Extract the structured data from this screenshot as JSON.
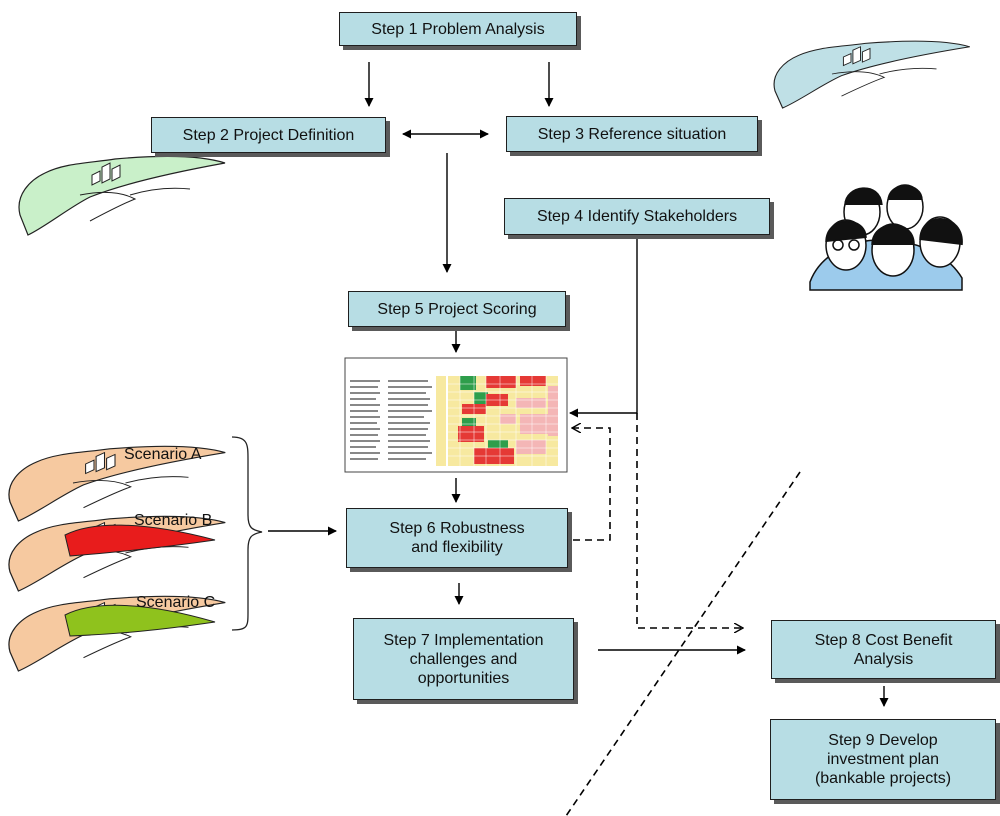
{
  "steps": {
    "s1": "Step 1 Problem Analysis",
    "s2": "Step 2 Project Definition",
    "s3": "Step 3 Reference situation",
    "s4": "Step 4 Identify  Stakeholders",
    "s5": "Step 5 Project Scoring",
    "s6": "Step 6 Robustness\nand flexibility",
    "s7": "Step 7 Implementation\nchallenges and\nopportunities",
    "s8": "Step 8  Cost Benefit\nAnalysis",
    "s9": "Step 9 Develop\ninvestment  plan\n(bankable projects)"
  },
  "scenarios": {
    "a": "Scenario A",
    "b": "Scenario B",
    "c": "Scenario C"
  },
  "colors": {
    "box_fill": "#b7dde4",
    "box_border": "#1f1f1f",
    "shadow": "#5a5a5a",
    "map_blue": "#bfe0e6",
    "map_green": "#c9f0c9",
    "map_peach": "#f6c9a0",
    "map_red": "#e81c1c",
    "map_olive": "#8fc21d",
    "matrix_red": "#e53935",
    "matrix_green": "#2e9e4b",
    "matrix_yellow": "#f7e9a0",
    "matrix_pink": "#f4b6b6",
    "people_blue": "#9ccbec"
  },
  "icons": [
    "map-sketch-icon",
    "people-group-icon",
    "scoring-matrix-thumbnail"
  ]
}
